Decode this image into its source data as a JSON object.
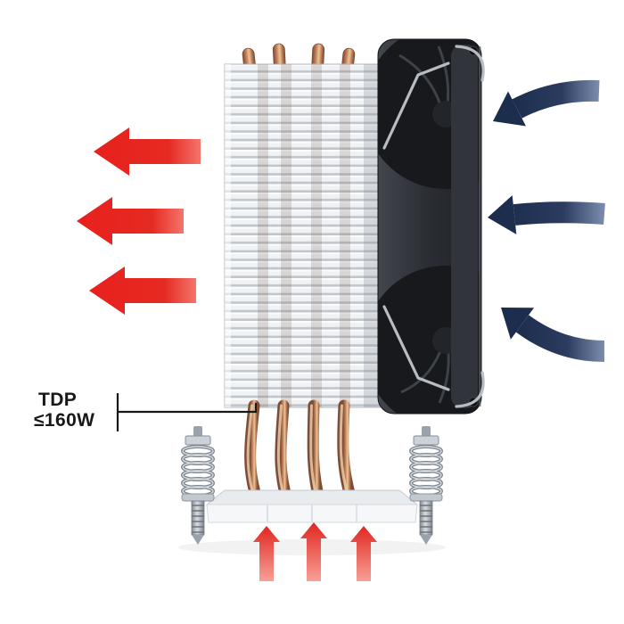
{
  "labels": {
    "tdp_line1": "TDP",
    "tdp_line2": "≤160W"
  },
  "airflow": {
    "intake": {
      "count": 3,
      "side": "right",
      "direction": "left",
      "color": "#24345a",
      "head_color": "#1d2d4d"
    },
    "exhaust": {
      "count": 3,
      "side": "left",
      "direction": "left",
      "color": "#e8271f"
    },
    "riser": {
      "count": 3,
      "side": "bottom",
      "direction": "up",
      "color": "#e8271f"
    }
  },
  "palette": {
    "background": "#ffffff",
    "fin": "#eef0f3",
    "fin_line": "#c2c8cf",
    "copper": "#c98a5f",
    "copper_dark": "#845138",
    "fan_body": "#25282d",
    "hardware_silver": "#aab2ba",
    "text": "#17181a"
  }
}
